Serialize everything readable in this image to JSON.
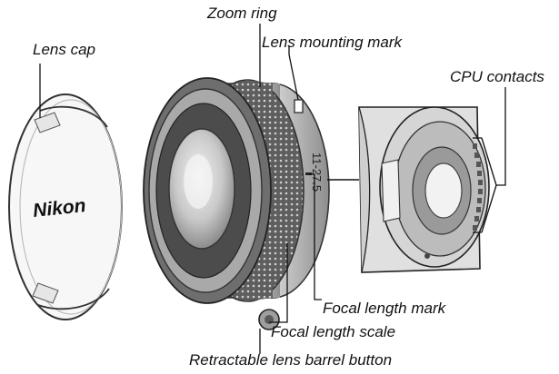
{
  "labels": {
    "zoom_ring": "Zoom ring",
    "lens_cap": "Lens cap",
    "lens_mounting_mark": "Lens mounting mark",
    "cpu_contacts": "CPU contacts",
    "focal_length_mark": "Focal length mark",
    "focal_length_scale": "Focal length scale",
    "retractable_button": "Retractable lens barrel button"
  },
  "cap_brand": "Nikon",
  "scale_text": "11-27.5",
  "colors": {
    "line": "#111111",
    "dark_gray": "#333333",
    "mid_gray": "#8a8a8a",
    "light_gray": "#d6d6d6"
  }
}
